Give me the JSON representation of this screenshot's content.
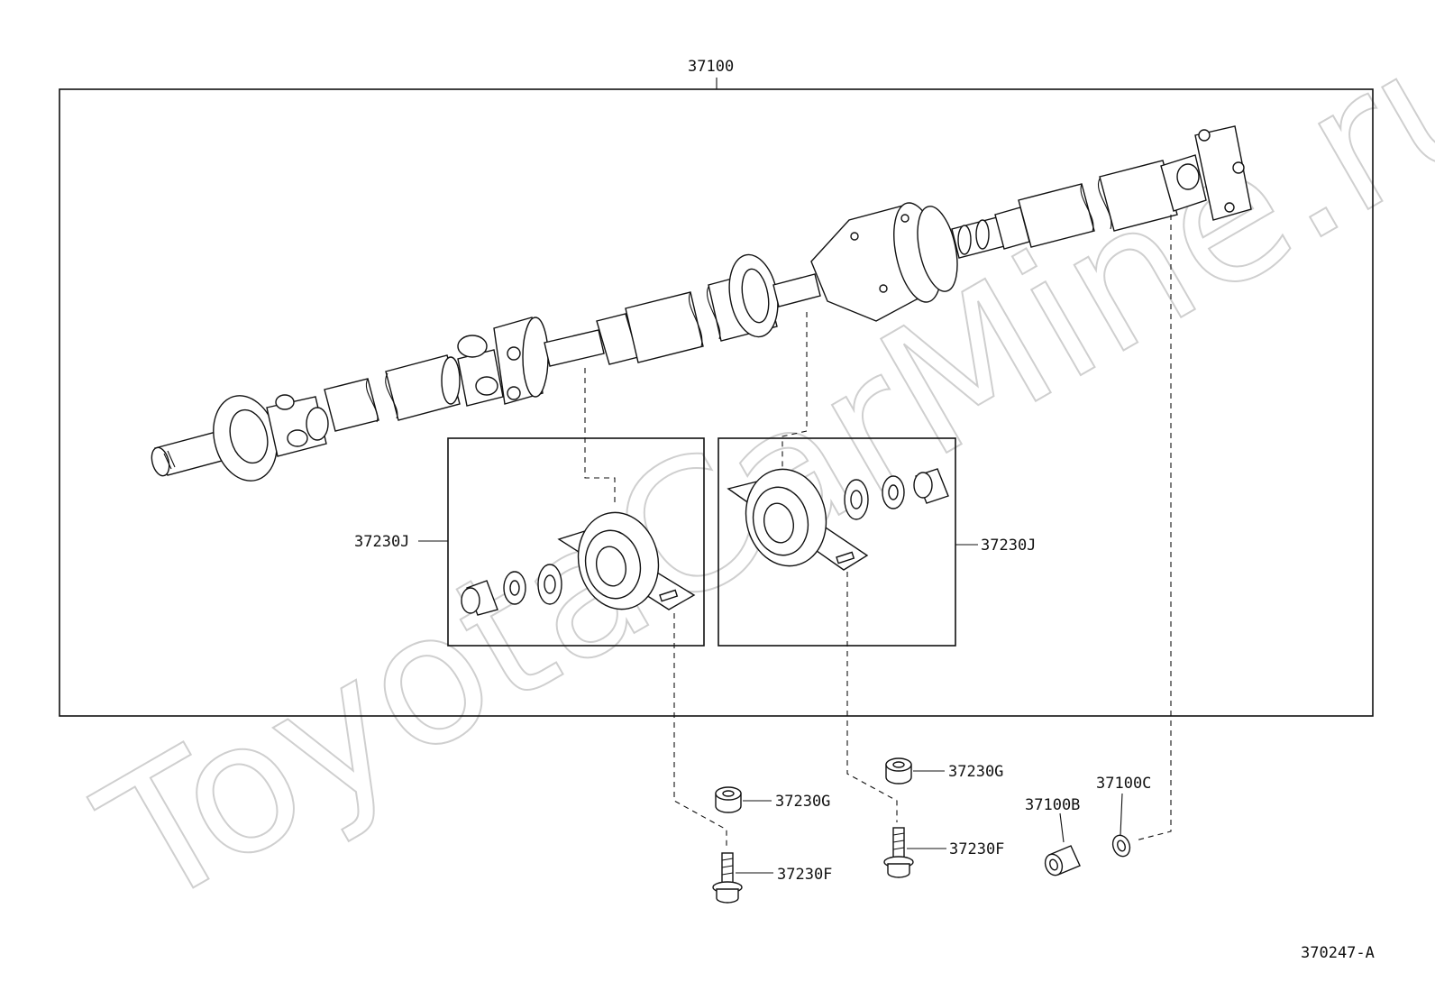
{
  "watermark": "ToyotaCarMine.ru",
  "diagram_id": "370247-A",
  "colors": {
    "line": "#111111",
    "watermark": "#cfcfcf",
    "background": "#ffffff"
  },
  "labels": {
    "assembly": "37100",
    "bearing_left": "37230J",
    "bearing_right": "37230J",
    "washer_left": "37230G",
    "bolt_left": "37230F",
    "washer_right": "37230G",
    "bolt_right": "37230F",
    "sleeve": "37100B",
    "ring": "37100C"
  }
}
